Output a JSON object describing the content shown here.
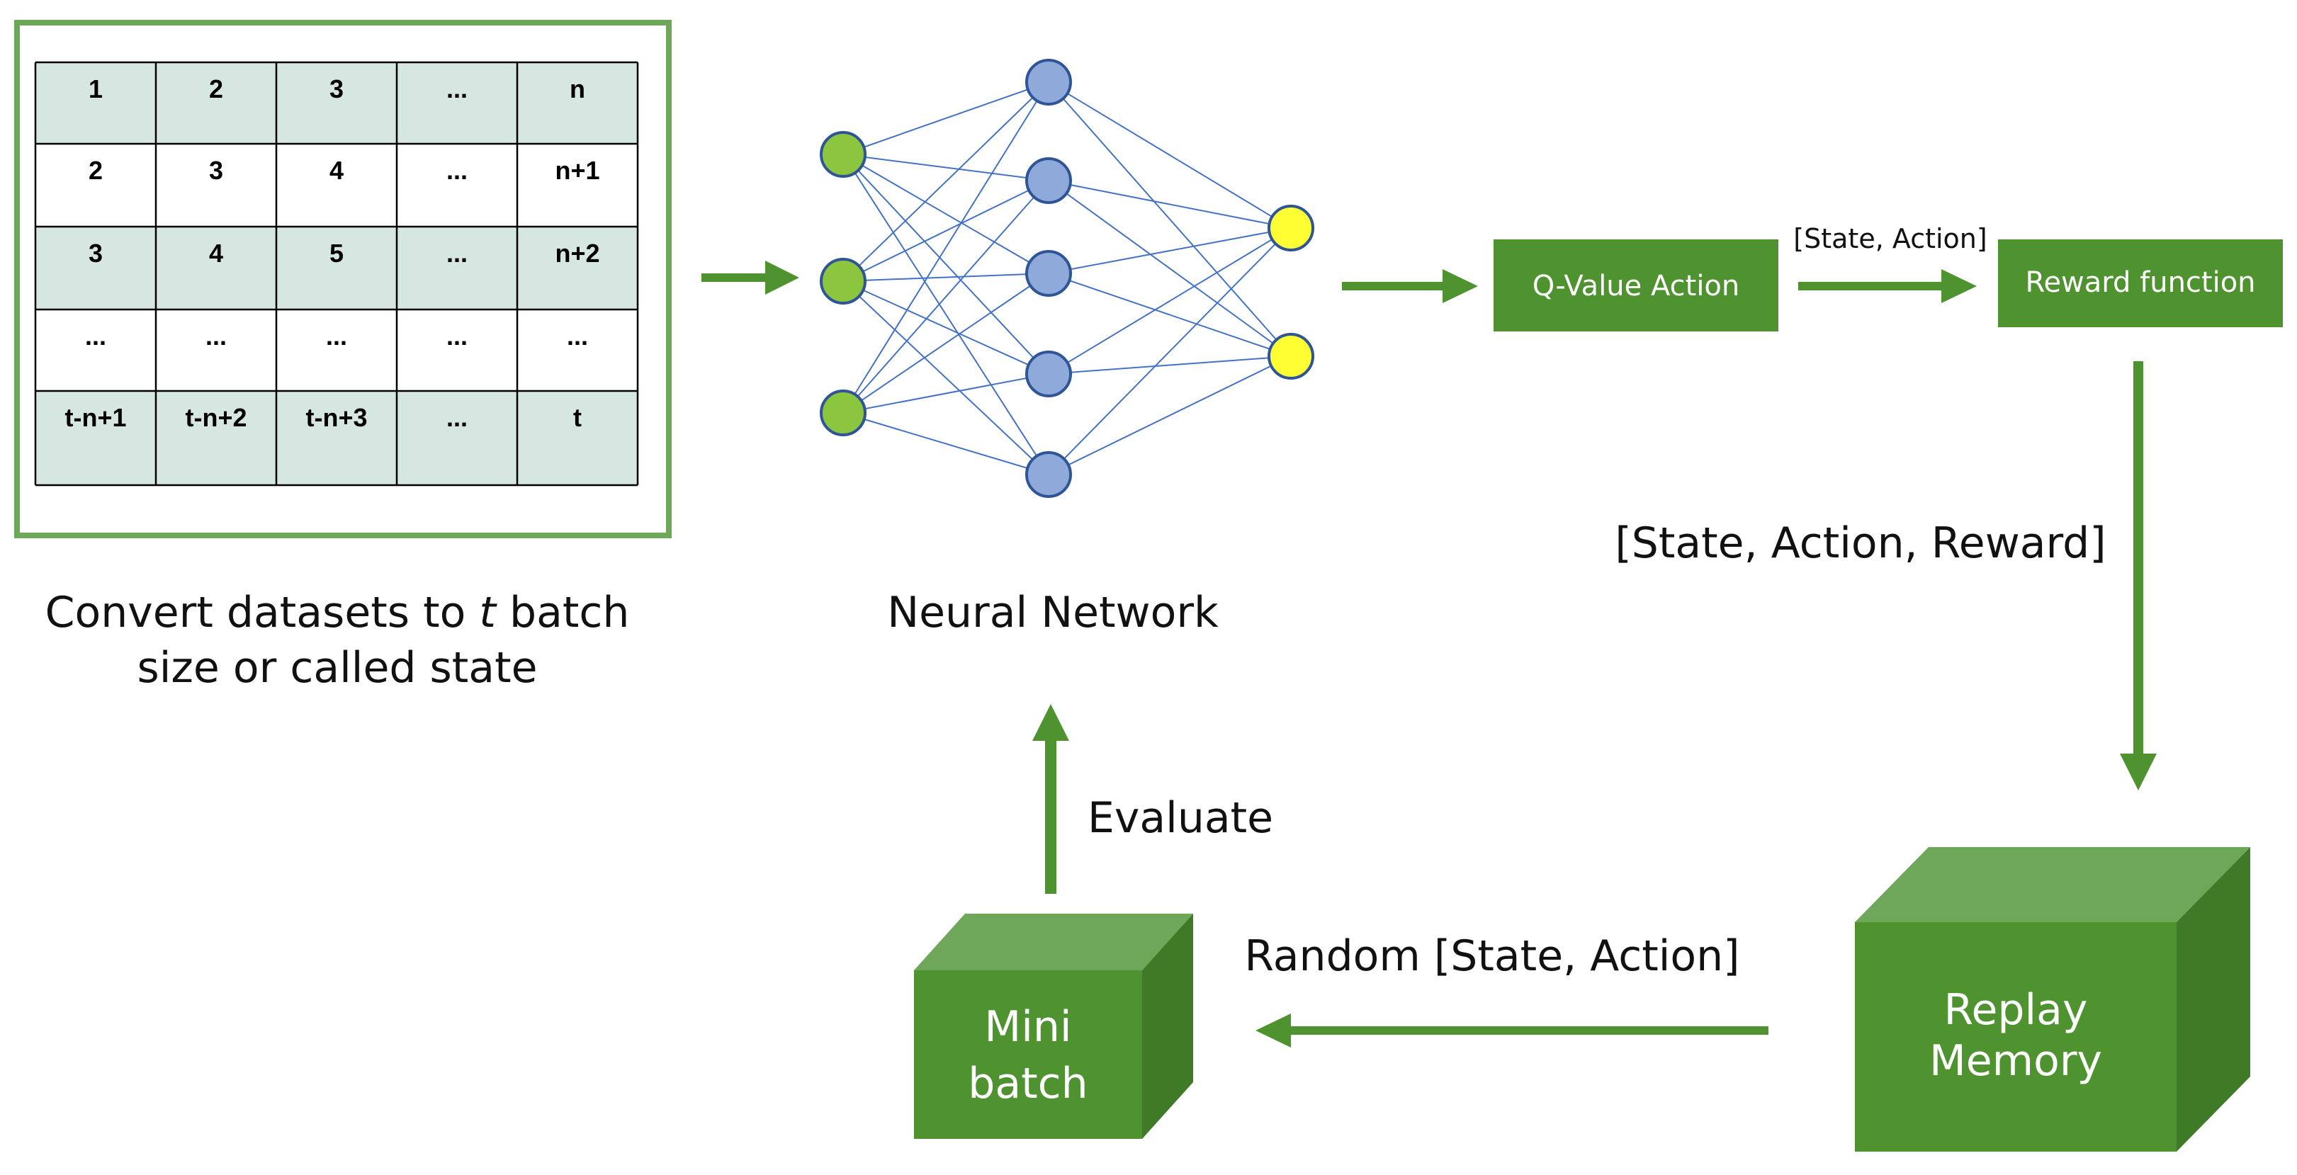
{
  "colors": {
    "green": "#4f9331",
    "green_light": "#6ea759",
    "green_dark": "#3f7a26",
    "table_shade": "#d6e6e1",
    "input_node": "#8cc63f",
    "hidden_node": "#8eaadb",
    "output_node": "#ffff33",
    "edge": "#4472c4"
  },
  "table": {
    "rows": [
      [
        "1",
        "2",
        "3",
        "...",
        "n"
      ],
      [
        "2",
        "3",
        "4",
        "...",
        "n+1"
      ],
      [
        "3",
        "4",
        "5",
        "...",
        "n+2"
      ],
      [
        "...",
        "...",
        "...",
        "...",
        "..."
      ],
      [
        "t-n+1",
        "t-n+2",
        "t-n+3",
        "...",
        "t"
      ]
    ],
    "caption_line1_before": "Convert datasets to ",
    "caption_line1_italic": "t",
    "caption_line1_after": " batch",
    "caption_line2": "size or called state"
  },
  "network": {
    "label": "Neural Network",
    "layers": {
      "input": 3,
      "hidden": 5,
      "output": 2
    }
  },
  "boxes": {
    "q_value": "Q-Value Action",
    "reward": "Reward function"
  },
  "arrow_labels": {
    "state_action": "[State, Action]",
    "state_action_reward": "[State, Action, Reward]",
    "random_state_action": "Random [State, Action]",
    "evaluate": "Evaluate"
  },
  "cubes": {
    "replay_line1": "Replay",
    "replay_line2": "Memory",
    "mini_line1": "Mini",
    "mini_line2": "batch"
  }
}
